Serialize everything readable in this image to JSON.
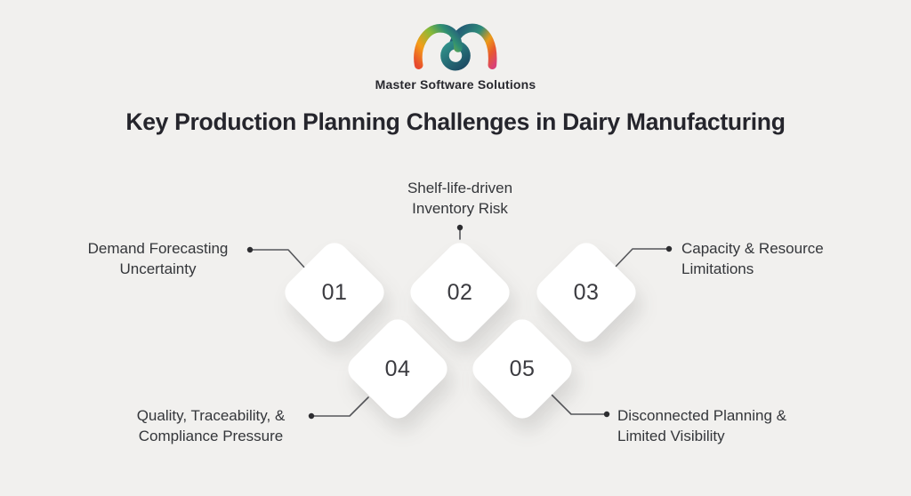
{
  "colors": {
    "background": "#f1f0ee",
    "title_text": "#25252c",
    "label_text": "#34363a",
    "number_text": "#3b3b40",
    "diamond_fill": "#ffffff",
    "connector_line": "#55565a",
    "connector_dot": "#2d2d30"
  },
  "brand": {
    "name": "Master Software Solutions",
    "logo_icon": "gradient-m-loop-logo",
    "logo_gradient_left": [
      "#e74a2e",
      "#f59d18",
      "#8aba37",
      "#2f8f72",
      "#27617c"
    ],
    "logo_gradient_loop": [
      "#2f9089",
      "#1d4a63"
    ],
    "logo_gradient_right": [
      "#235c74",
      "#2e8b7a",
      "#eb9b19",
      "#e85a2e",
      "#d84277"
    ]
  },
  "title": "Key Production Planning Challenges in Dairy Manufacturing",
  "diagram": {
    "items": [
      {
        "number": "01",
        "label": "Demand Forecasting Uncertainty",
        "label_lines": [
          "Demand Forecasting",
          "Uncertainty"
        ],
        "label_position": "left"
      },
      {
        "number": "02",
        "label": "Shelf-life-driven Inventory Risk",
        "label_lines": [
          "Shelf-life-driven",
          "Inventory Risk"
        ],
        "label_position": "top"
      },
      {
        "number": "03",
        "label": "Capacity & Resource Limitations",
        "label_lines": [
          "Capacity & Resource",
          "Limitations"
        ],
        "label_position": "right"
      },
      {
        "number": "04",
        "label": "Quality, Traceability, & Compliance Pressure",
        "label_lines": [
          "Quality, Traceability, &",
          "Compliance Pressure"
        ],
        "label_position": "bottom-left"
      },
      {
        "number": "05",
        "label": "Disconnected Planning & Limited Visibility",
        "label_lines": [
          "Disconnected Planning &",
          "Limited Visibility"
        ],
        "label_position": "bottom-right"
      }
    ]
  }
}
